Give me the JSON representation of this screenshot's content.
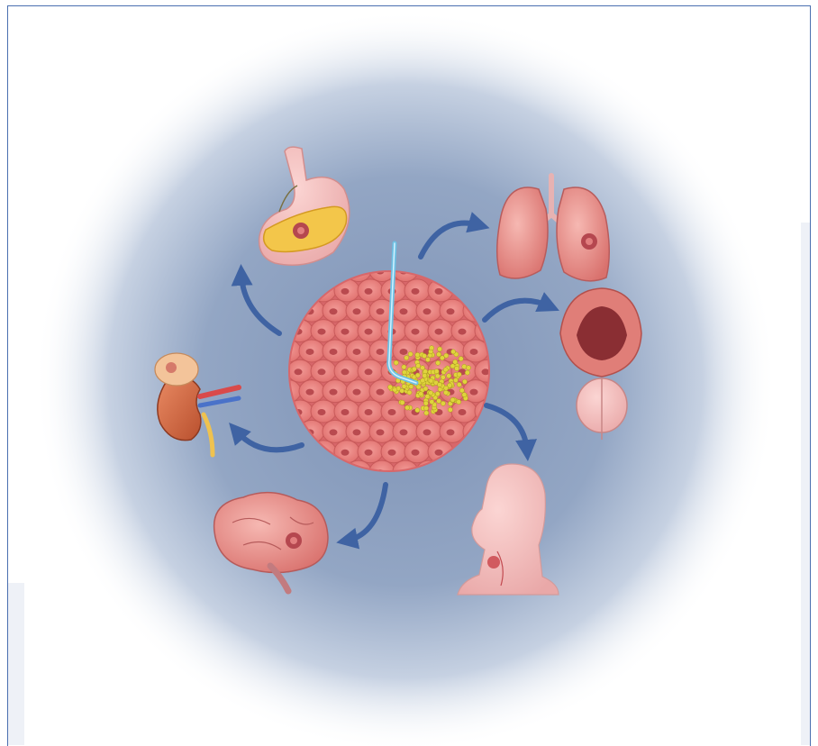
{
  "diagram": {
    "center": "tumor-cell-cluster",
    "targets": [
      {
        "id": "pancreas",
        "icon": "stomach-pancreas-icon"
      },
      {
        "id": "lungs",
        "icon": "lungs-icon"
      },
      {
        "id": "bladder-prostate",
        "icon": "bladder-prostate-icon"
      },
      {
        "id": "head-neck",
        "icon": "head-neck-icon"
      },
      {
        "id": "brain",
        "icon": "brain-icon"
      },
      {
        "id": "kidney",
        "icon": "kidney-adrenal-icon"
      }
    ],
    "colors": {
      "background_glow": "#8fa3c3",
      "cells": "#e9827f",
      "cell_border": "#c85a5a",
      "nucleus": "#b94a4f",
      "particles": "#e0d43c",
      "needle": "#6ec1e4",
      "arrows": "#3f63a3"
    }
  }
}
